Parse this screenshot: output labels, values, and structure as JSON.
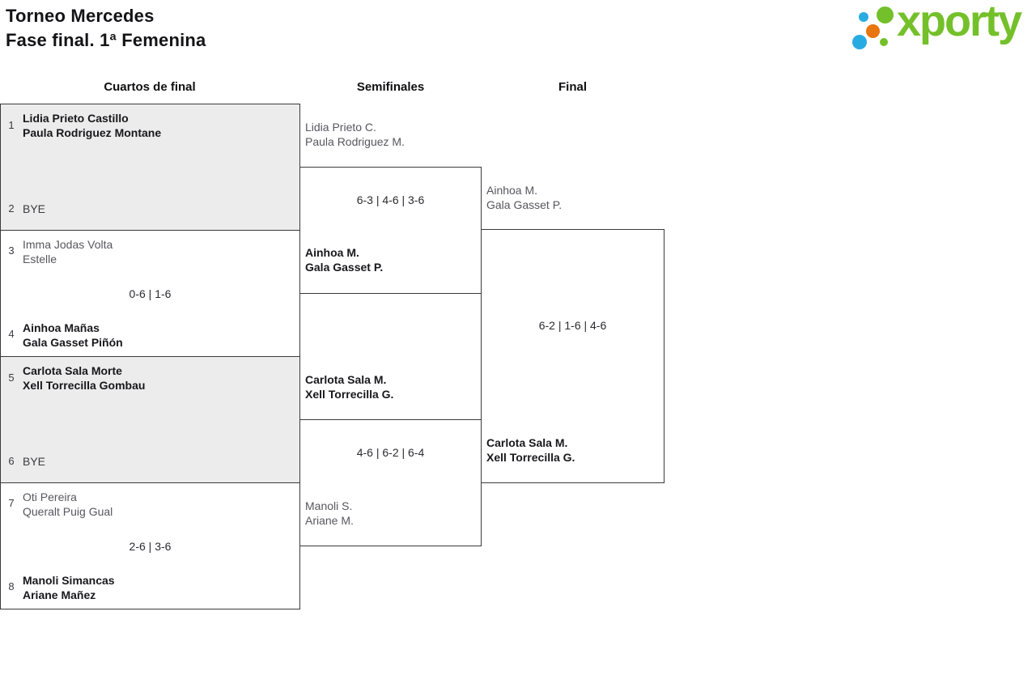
{
  "title": {
    "line1": "Torneo Mercedes",
    "line2": "Fase final. 1ª Femenina"
  },
  "logo": {
    "text": "xporty",
    "colors": {
      "green": "#74c02a",
      "blue": "#29abe2",
      "orange": "#e8750f"
    }
  },
  "rounds": {
    "quarterfinals": "Cuartos de final",
    "semifinals": "Semifinales",
    "final": "Final"
  },
  "matches": {
    "qf1": {
      "seed_top": "1",
      "top_line1": "Lidia Prieto Castillo",
      "top_line2": "Paula Rodriguez Montane",
      "seed_bottom": "2",
      "bottom_line1": "BYE"
    },
    "qf2": {
      "seed_top": "3",
      "top_line1": "Imma Jodas Volta",
      "top_line2": "Estelle",
      "score": "0-6 | 1-6",
      "seed_bottom": "4",
      "bottom_line1": "Ainhoa Mañas",
      "bottom_line2": "Gala Gasset Piñón"
    },
    "qf3": {
      "seed_top": "5",
      "top_line1": "Carlota Sala Morte",
      "top_line2": "Xell Torrecilla Gombau",
      "seed_bottom": "6",
      "bottom_line1": "BYE"
    },
    "qf4": {
      "seed_top": "7",
      "top_line1": "Oti Pereira",
      "top_line2": "Queralt Puig Gual",
      "score": "2-6 | 3-6",
      "seed_bottom": "8",
      "bottom_line1": "Manoli Simancas",
      "bottom_line2": "Ariane Mañez"
    },
    "sf1": {
      "top_line1": "Lidia Prieto C.",
      "top_line2": "Paula Rodriguez M.",
      "score": "6-3 | 4-6 | 3-6",
      "bottom_line1": "Ainhoa M.",
      "bottom_line2": "Gala Gasset P."
    },
    "sf2": {
      "top_line1": "Carlota Sala M.",
      "top_line2": "Xell Torrecilla G.",
      "score": "4-6 | 6-2 | 6-4",
      "bottom_line1": "Manoli S.",
      "bottom_line2": "Ariane M."
    },
    "final": {
      "top_line1": "Ainhoa M.",
      "top_line2": "Gala Gasset P.",
      "score": "6-2 | 1-6 | 4-6",
      "bottom_line1": "Carlota Sala M.",
      "bottom_line2": "Xell Torrecilla G."
    }
  }
}
